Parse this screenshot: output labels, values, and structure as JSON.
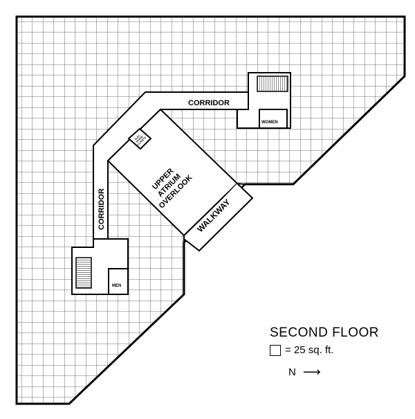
{
  "plan": {
    "floor_title": "SECOND FLOOR",
    "scale_note": "= 25 sq. ft.",
    "north_label": "N",
    "north_arrow": "⟶",
    "corridor_top_label": "CORRIDOR",
    "corridor_left_label": "CORRIDOR",
    "walkway_label": "WALKWAY",
    "atrium_label_lines": [
      "UPPER",
      "ATRIUM",
      "OVERLOOK"
    ],
    "women_label": "WOMEN",
    "men_label": "MEN",
    "closet_label_lines": [
      "ELEC.",
      "PHONE",
      "CLOSETS"
    ]
  },
  "colors": {
    "grid_line": "#444444",
    "outline": "#000000",
    "background": "#ffffff"
  }
}
